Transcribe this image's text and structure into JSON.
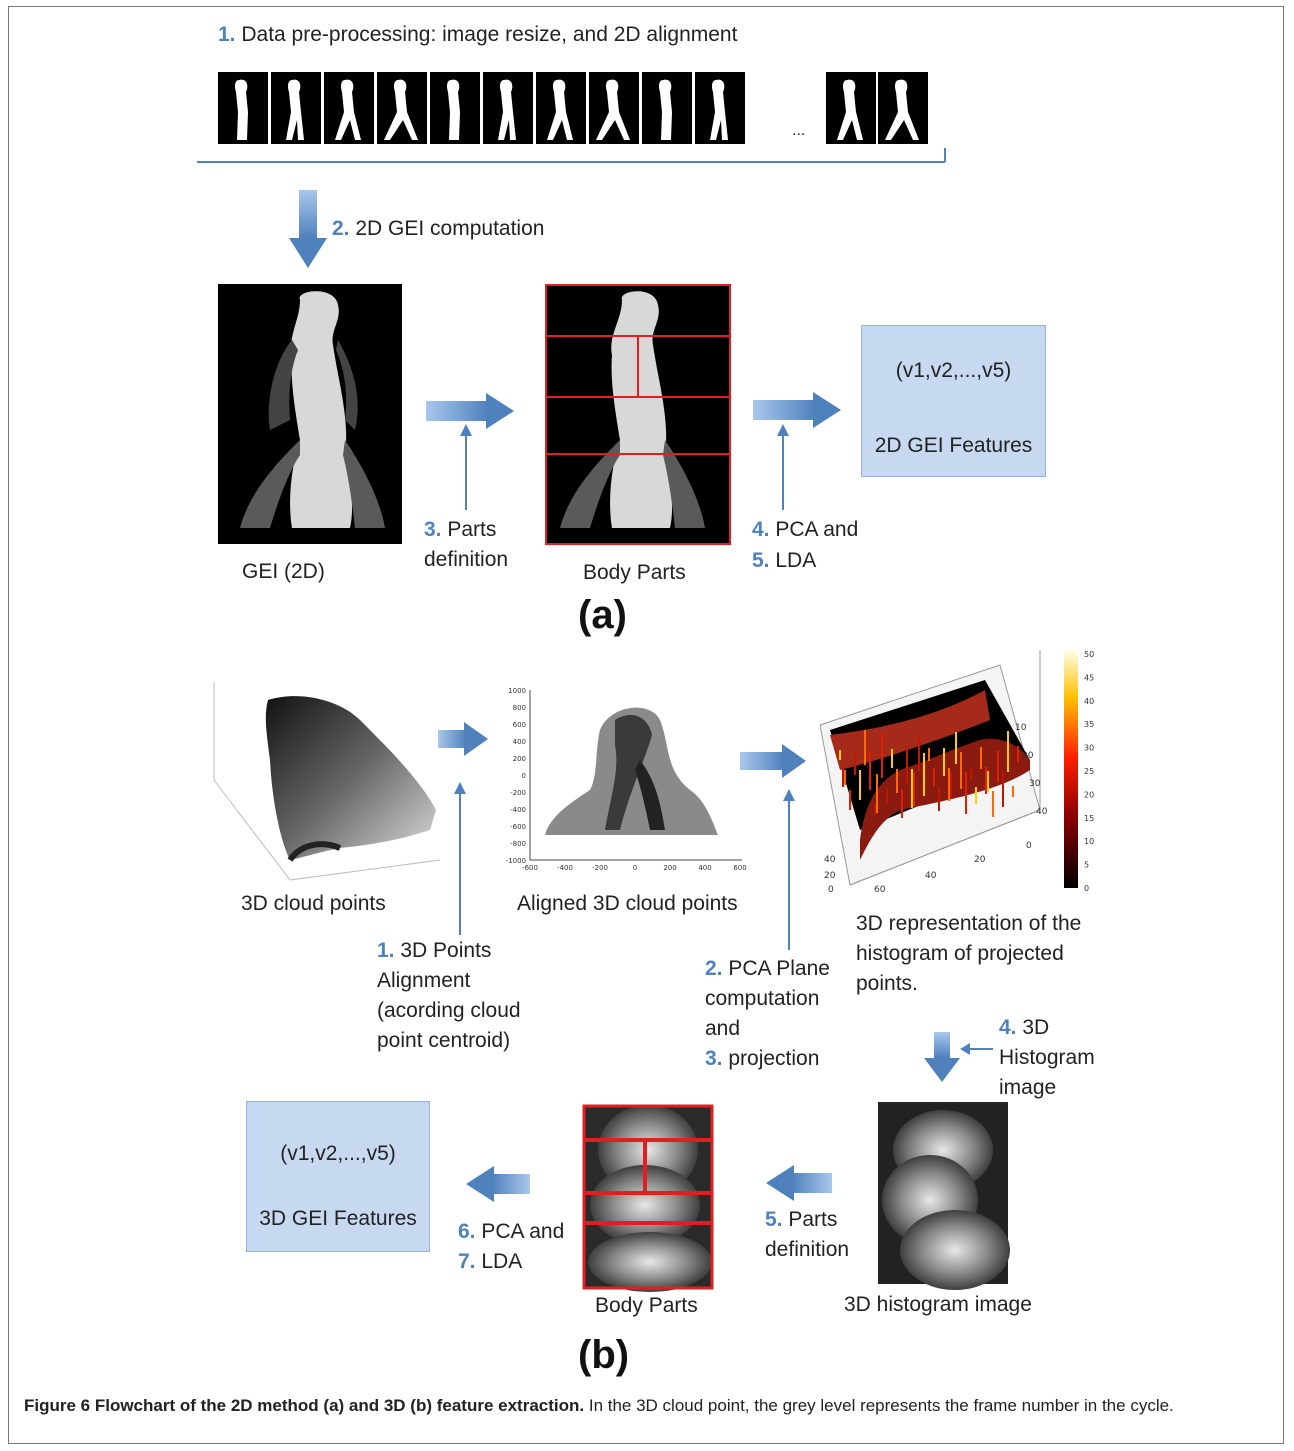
{
  "part_a": {
    "step1_num": "1.",
    "step1_text": "Data pre-processing: image resize, and 2D alignment",
    "ellipsis": "...",
    "step2_num": "2.",
    "step2_text": "2D GEI computation",
    "gei_label": "GEI (2D)",
    "step3_num": "3.",
    "step3_line1": "Parts",
    "step3_line2": "definition",
    "body_parts_label": "Body Parts",
    "step4_num": "4.",
    "step4_text": "PCA and",
    "step5_num": "5.",
    "step5_text": "LDA",
    "features_vector": "(v1,v2,...,v5)",
    "features_label": "2D GEI Features",
    "panel_label": "(a)"
  },
  "part_b": {
    "cloud_label": "3D cloud points",
    "aligned_label": "Aligned 3D cloud points",
    "hist3d_label_line1": "3D representation of the",
    "hist3d_label_line2": "histogram of projected",
    "hist3d_label_line3": "points.",
    "step1_num": "1.",
    "step1_line1": "3D Points",
    "step1_line2": "Alignment",
    "step1_line3": "(acording cloud",
    "step1_line4": "point centroid)",
    "step2_num": "2.",
    "step2_line1": "PCA Plane",
    "step2_line2": "computation",
    "step2_line3": "and",
    "step3_num": "3.",
    "step3_text": "projection",
    "step4_num": "4.",
    "step4_line1": "3D",
    "step4_line2": "Histogram",
    "step4_line3": "image",
    "hist_image_label": "3D histogram image",
    "step5_num": "5.",
    "step5_line1": "Parts",
    "step5_line2": "definition",
    "body_parts_label": "Body Parts",
    "step6_num": "6.",
    "step6_text": "PCA and",
    "step7_num": "7.",
    "step7_text": "LDA",
    "features_vector": "(v1,v2,...,v5)",
    "features_label": "3D GEI Features",
    "panel_label": "(b)",
    "aligned_y_ticks": [
      "1000",
      "800",
      "600",
      "400",
      "200",
      "0",
      "-200",
      "-400",
      "-600",
      "-800",
      "-1000"
    ],
    "aligned_x_ticks": [
      "-600",
      "-400",
      "-200",
      "0",
      "200",
      "400",
      "600"
    ],
    "colorbar_ticks": [
      "50",
      "45",
      "40",
      "35",
      "30",
      "25",
      "20",
      "15",
      "10",
      "5",
      "0"
    ],
    "hist3d_right_ticks": [
      "10",
      "20",
      "30",
      "40"
    ],
    "hist3d_bottom_ticks": [
      "0",
      "20",
      "40",
      "60"
    ],
    "hist3d_left_ticks": [
      "40",
      "20",
      "0"
    ]
  },
  "caption": {
    "bold": "Figure 6 Flowchart of the 2D method (a) and 3D (b) feature extraction.",
    "rest": " In the 3D cloud point, the grey level represents the frame number in the cycle."
  },
  "colors": {
    "arrow": "#4f81bd",
    "arrow_light": "#8db3e2",
    "feature_box": "#c6d9f1",
    "part_lines": "#e02020"
  }
}
